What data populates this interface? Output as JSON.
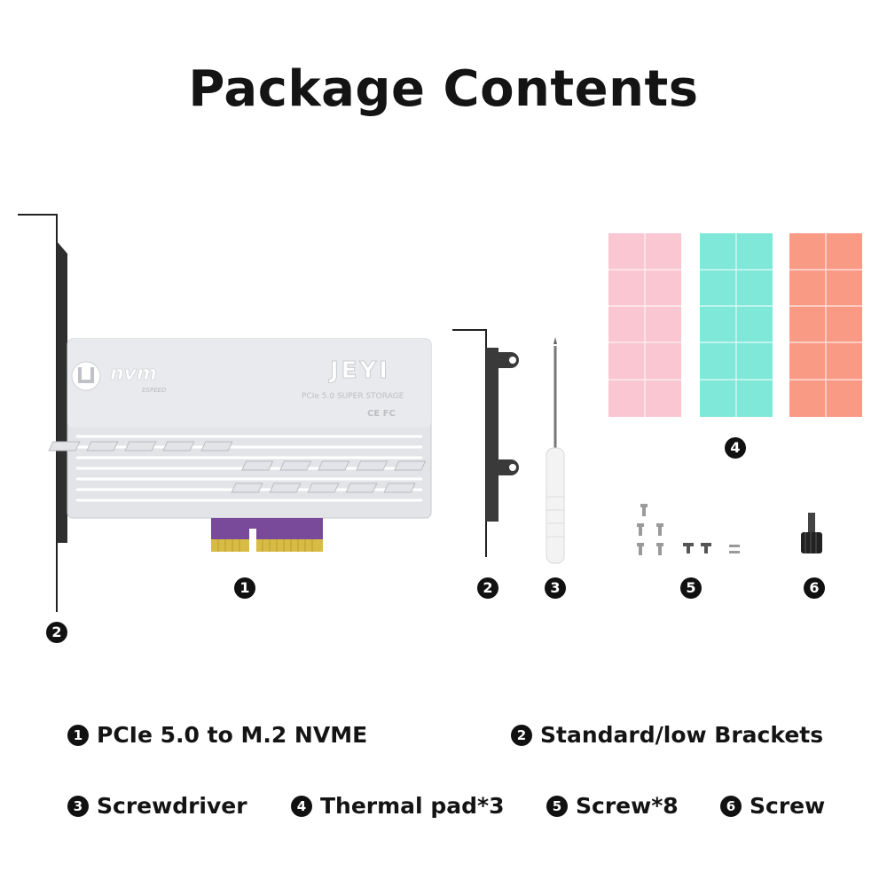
{
  "title": "Package Contents",
  "card": {
    "logo_text": "nvm",
    "logo_subtext": "ESPEED",
    "brand": "JEYI",
    "model": "PCIe 5.0 SUPER STORAGE",
    "cert_marks": "CE FC"
  },
  "markers": {
    "card": "1",
    "bracket_standard": "2",
    "bracket_low": "2",
    "screwdriver": "3",
    "thermal_pads": "4",
    "screws_small": "5",
    "screw_thumb": "6"
  },
  "legend": [
    {
      "num": "1",
      "label": "PCIe 5.0 to M.2 NVME"
    },
    {
      "num": "2",
      "label": "Standard/low Brackets"
    },
    {
      "num": "3",
      "label": "Screwdriver"
    },
    {
      "num": "4",
      "label": "Thermal pad*3"
    },
    {
      "num": "5",
      "label": "Screw*8"
    },
    {
      "num": "6",
      "label": "Screw"
    }
  ],
  "colors": {
    "pad_pink": "#f9c6d1",
    "pad_teal": "#7fe8d8",
    "pad_salmon": "#f99a85",
    "card_body": "#e3e4e8",
    "pcb_purple": "#7a4a9a",
    "gold_contacts": "#d8bb45",
    "bracket": "#3a3a3a"
  }
}
